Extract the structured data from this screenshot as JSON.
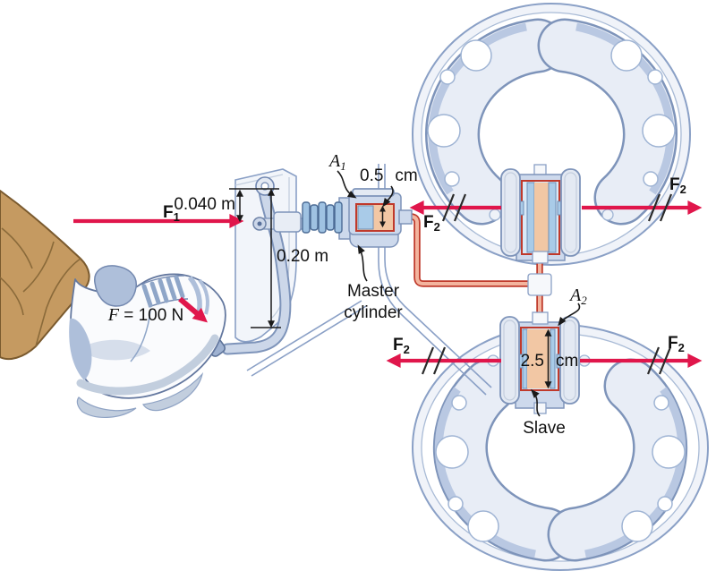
{
  "labels": {
    "f1": {
      "symbol": "F",
      "sub": "1"
    },
    "f2": {
      "symbol": "F",
      "sub": "2"
    },
    "a1": {
      "symbol": "A",
      "sub": "1"
    },
    "a2": {
      "symbol": "A",
      "sub": "2"
    },
    "applied_force": {
      "symbol": "F",
      "rest": " = 100 N"
    },
    "pivot_to_pushrod": "0.040 m",
    "pivot_to_pedal": "0.20 m",
    "master_bore": {
      "value": "0.5",
      "unit": "cm"
    },
    "slave_bore": {
      "value": "2.5",
      "unit": "cm"
    },
    "master_cylinder": {
      "line1": "Master",
      "line2": "cylinder"
    },
    "slave": "Slave"
  },
  "colors": {
    "force_arrow": "#e0164b",
    "hydraulic_fluid": "#f2c7a4",
    "piston": "#a9cbe8",
    "chamber_border": "#c0392b",
    "tube_outline": "#bf3a2b",
    "tube_fill": "#f3b49e",
    "metal_light": "#e8edf6",
    "metal_mid": "#cdd9ec",
    "metal_outline": "#7e94ba",
    "trouser_tan": "#c59a61",
    "shoe_accent": "#aebfda"
  }
}
